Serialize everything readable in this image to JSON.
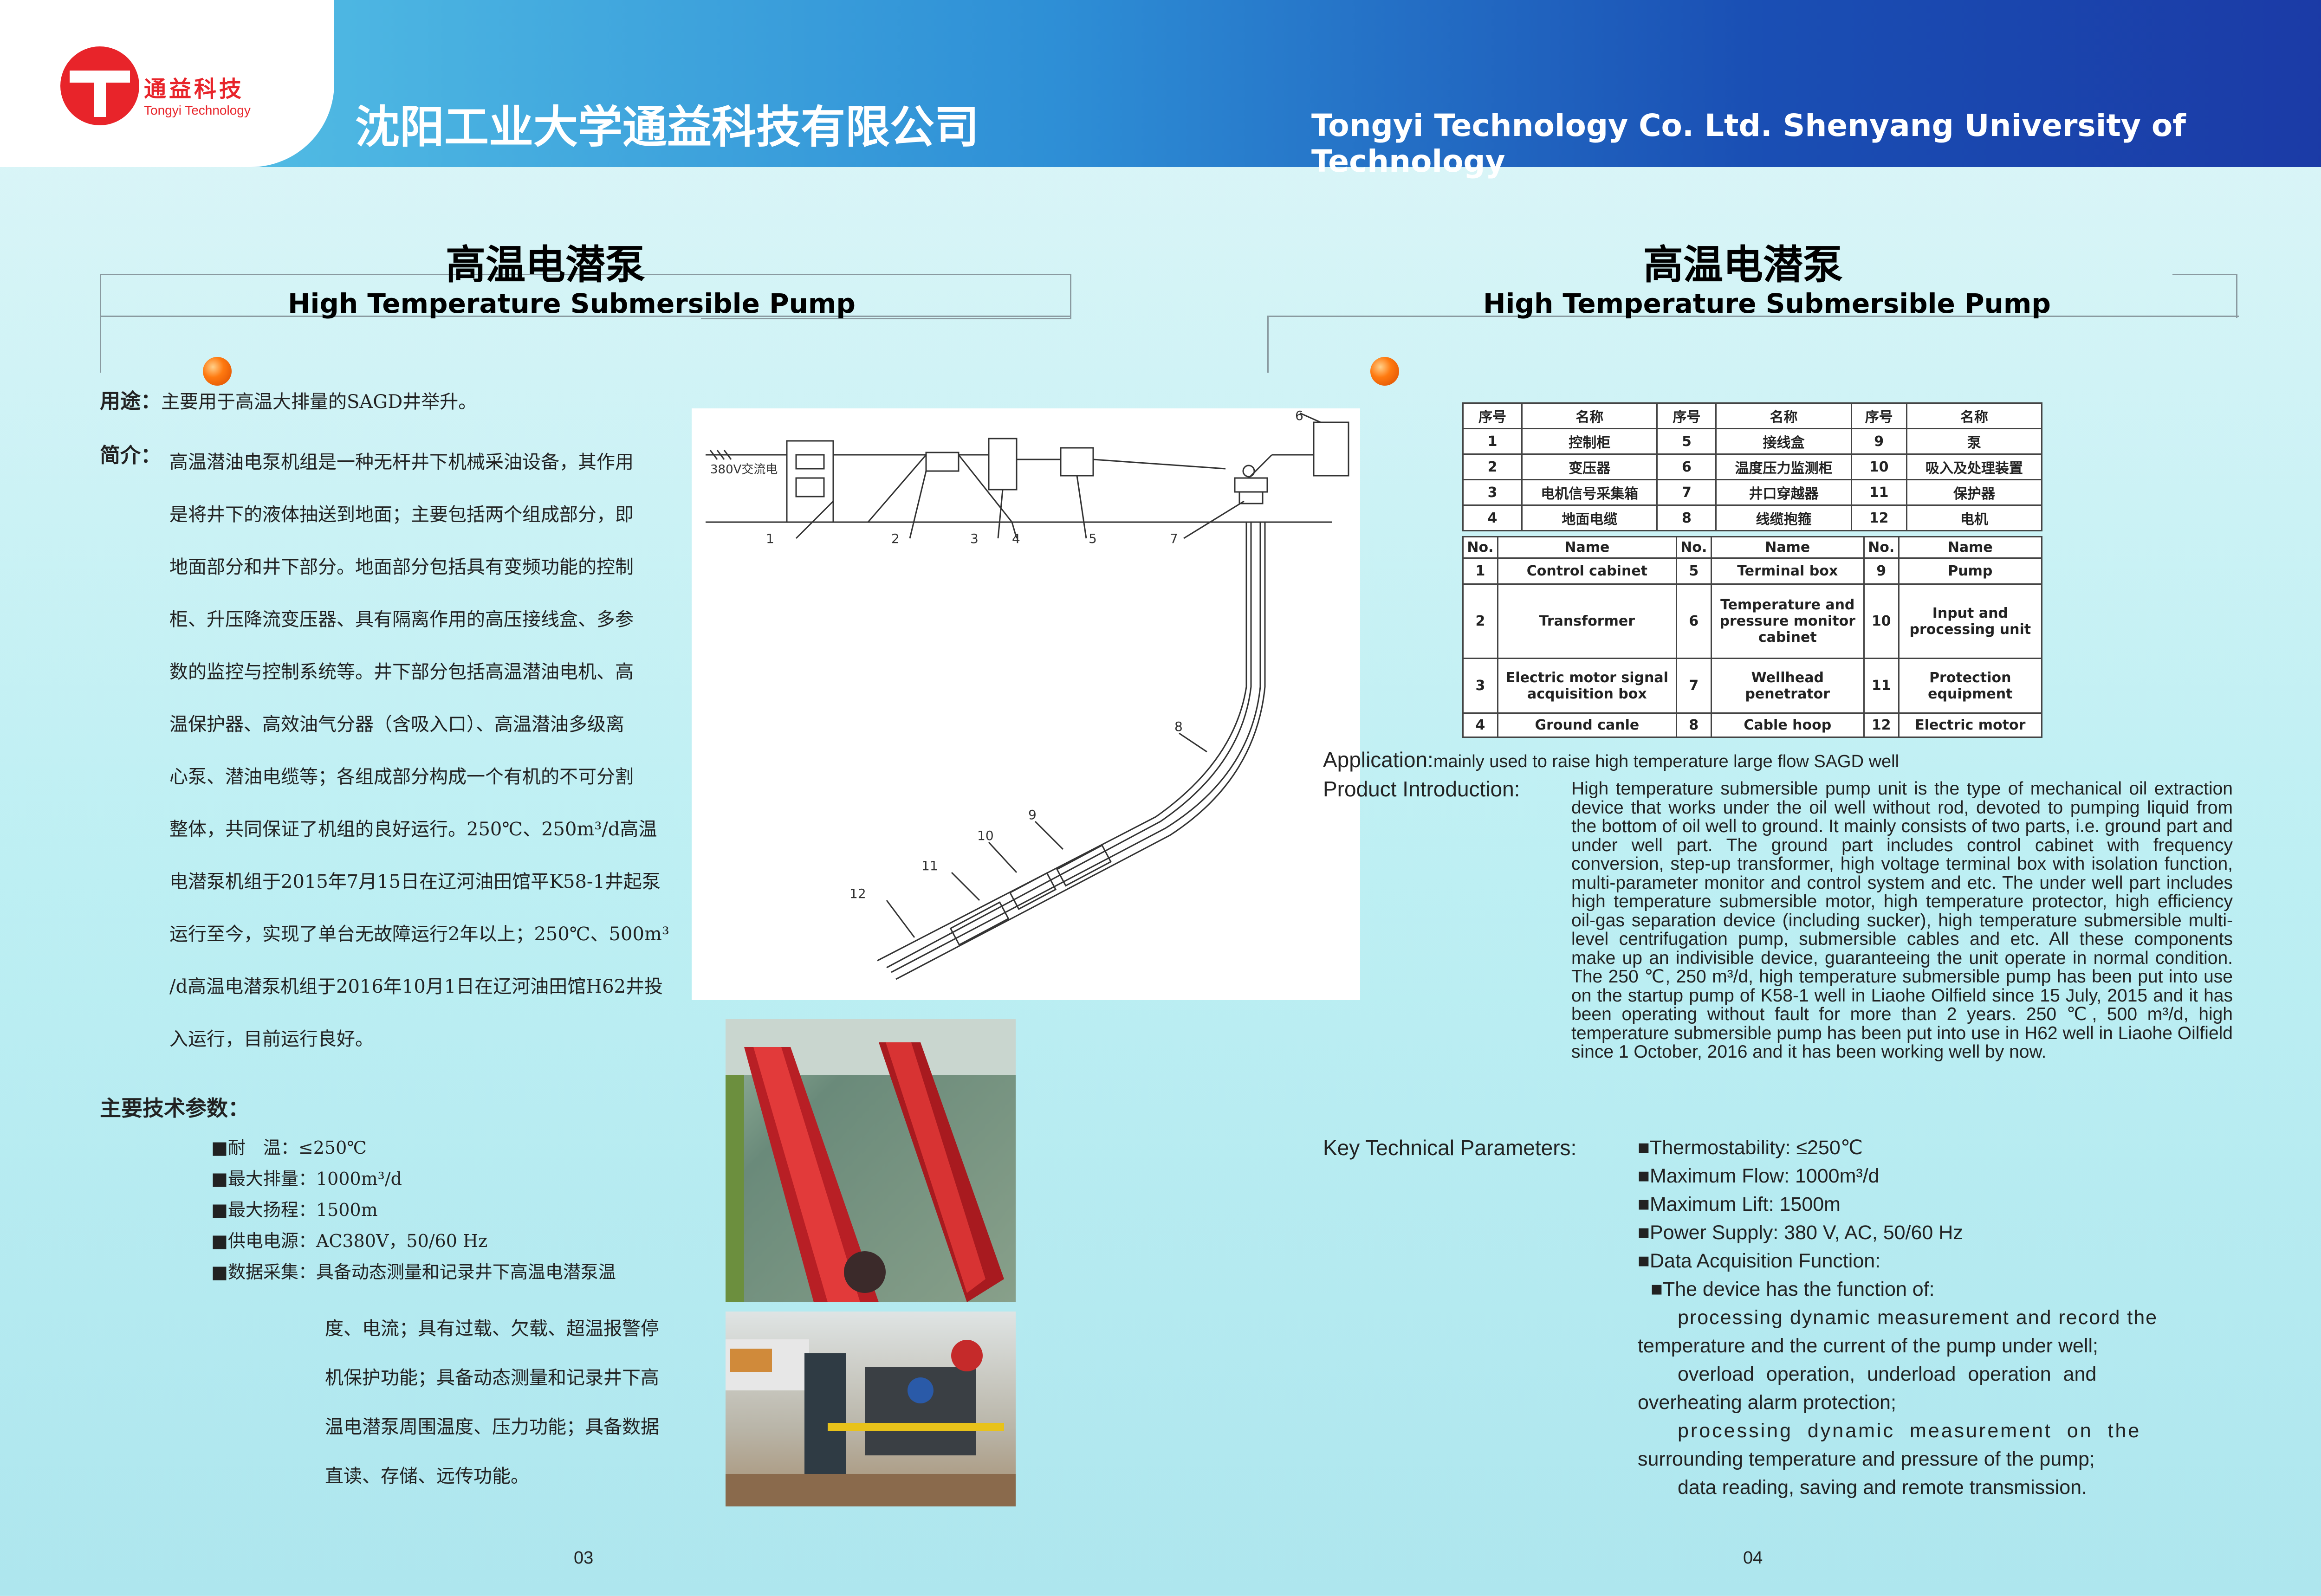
{
  "header": {
    "logo_cn": "通益科技",
    "logo_en": "Tongyi Technology",
    "company_cn": "沈阳工业大学通益科技有限公司",
    "company_en": "Tongyi Technology Co. Ltd. Shenyang University of Technology"
  },
  "left": {
    "title_cn": "高温电潜泵",
    "title_en": "High Temperature Submersible Pump",
    "usage_label": "用途：",
    "usage_text": "主要用于高温大排量的SAGD井举升。",
    "intro_label": "简介：",
    "intro_lines": [
      "高温潜油电泵机组是一种无杆井下机械采油设备，其作用",
      "是将井下的液体抽送到地面；主要包括两个组成部分，即",
      "地面部分和井下部分。地面部分包括具有变频功能的控制",
      "柜、升压降流变压器、具有隔离作用的高压接线盒、多参",
      "数的监控与控制系统等。井下部分包括高温潜油电机、高",
      "温保护器、高效油气分器（含吸入口）、高温潜油多级离",
      "心泵、潜油电缆等；各组成部分构成一个有机的不可分割",
      "整体，共同保证了机组的良好运行。250℃、250m³/d高温",
      "电潜泵机组于2015年7月15日在辽河油田馆平K58-1井起泵",
      "运行至今，实现了单台无故障运行2年以上；250℃、500m³",
      "/d高温电潜泵机组于2016年10月1日在辽河油田馆H62井投",
      "入运行，目前运行良好。"
    ],
    "params_title": "主要技术参数：",
    "params": [
      "■耐　温：≤250℃",
      "■最大排量：1000m³/d",
      "■最大扬程：1500m",
      "■供电电源：AC380V，50/60 Hz",
      "■数据采集：具备动态测量和记录井下高温电潜泵温"
    ],
    "params_cont": [
      "度、电流；具有过载、欠载、超温报警停",
      "机保护功能；具备动态测量和记录井下高",
      "温电潜泵周围温度、压力功能；具备数据",
      "直读、存储、远传功能。"
    ],
    "page": "03"
  },
  "diagram": {
    "voltage_label": "380V交流电",
    "callouts": [
      "1",
      "2",
      "3",
      "4",
      "5",
      "6",
      "7",
      "8",
      "9",
      "10",
      "11",
      "12"
    ]
  },
  "right": {
    "title_cn": "高温电潜泵",
    "title_en": "High Temperature Submersible Pump",
    "cn_table": {
      "headers": [
        "序号",
        "名称",
        "序号",
        "名称",
        "序号",
        "名称"
      ],
      "rows": [
        [
          "1",
          "控制柜",
          "5",
          "接线盒",
          "9",
          "泵"
        ],
        [
          "2",
          "变压器",
          "6",
          "温度压力监测柜",
          "10",
          "吸入及处理装置"
        ],
        [
          "3",
          "电机信号采集箱",
          "7",
          "井口穿越器",
          "11",
          "保护器"
        ],
        [
          "4",
          "地面电缆",
          "8",
          "线缆抱箍",
          "12",
          "电机"
        ]
      ]
    },
    "en_table": {
      "headers": [
        "No.",
        "Name",
        "No.",
        "Name",
        "No.",
        "Name"
      ],
      "rows": [
        [
          "1",
          "Control cabinet",
          "5",
          "Terminal box",
          "9",
          "Pump"
        ],
        [
          "2",
          "Transformer",
          "6",
          "Temperature and pressure monitor cabinet",
          "10",
          "Input and processing unit"
        ],
        [
          "3",
          "Electric motor signal acquisition box",
          "7",
          "Wellhead penetrator",
          "11",
          "Protection equipment"
        ],
        [
          "4",
          "Ground canle",
          "8",
          "Cable hoop",
          "12",
          "Electric motor"
        ]
      ]
    },
    "application_label": "Application:",
    "application_text": "mainly used to raise high temperature large flow SAGD well",
    "intro_label": "Product Introduction:",
    "intro_text": "High temperature submersible pump unit is the type of mechanical oil extraction device that works under the oil well without rod, devoted to pumping liquid from the bottom of oil well to ground. It mainly consists of two parts, i.e. ground part and under well part. The ground part includes control cabinet with frequency conversion, step-up transformer, high voltage terminal box with isolation function, multi-parameter monitor and control system and etc. The under well part includes high temperature submersible motor, high temperature protector, high efficiency oil-gas separation device (including sucker), high temperature submersible multi-level centrifugation pump, submersible cables and etc. All these components make up an indivisible device, guaranteeing the unit operate in normal condition. The 250 ℃, 250 m³/d, high temperature submersible pump has been put into use on the startup pump of K58-1 well in Liaohe Oilfield since 15 July, 2015 and it has been operating without fault for more than 2 years. 250 ℃, 500 m³/d, high temperature submersible pump has been put into use in H62 well in Liaohe Oilfield since 1 October, 2016 and it has been working well by now.",
    "params_label": "Key Technical Parameters:",
    "params": [
      "■Thermostability: ≤250℃",
      "■Maximum Flow: 1000m³/d",
      "■Maximum Lift: 1500m",
      "■Power Supply: 380 V, AC, 50/60 Hz",
      "■Data Acquisition Function:"
    ],
    "func_head": "■The device has the function of:",
    "func_lines": [
      "processing dynamic measurement and record the",
      "temperature and the current of the pump under well;",
      "overload operation, underload operation and",
      "overheating alarm protection;",
      "processing dynamic measurement on the",
      "surrounding temperature and pressure of the pump;",
      "data reading, saving and remote transmission."
    ],
    "page": "04"
  }
}
